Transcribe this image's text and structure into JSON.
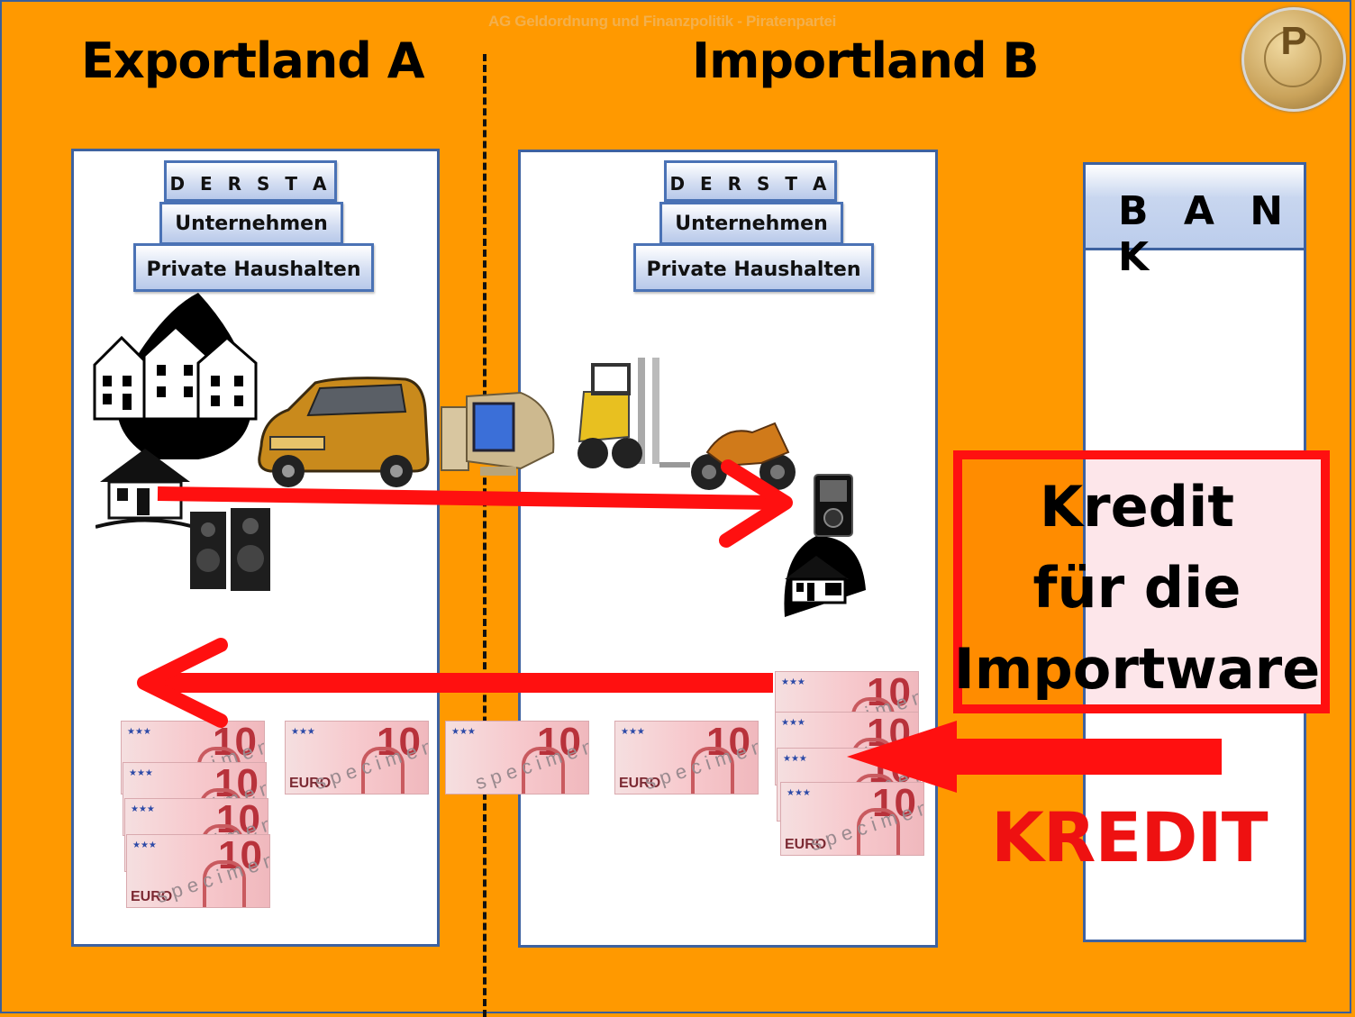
{
  "header_note": "AG Geldordnung und Finanzpolitik - Piratenpartei",
  "logo": {
    "icon": "pirate-party-coin-logo",
    "letter": "P"
  },
  "titles": {
    "exportland": "Exportland A",
    "importland": "Importland B"
  },
  "panels": {
    "exportland": {
      "tiers": [
        "D E R  S T A A T",
        "Unternehmen",
        "Private Haushalten"
      ],
      "goods_icons": [
        "houses-icon",
        "car-icon",
        "house-icon",
        "speakers-icon"
      ],
      "banknotes": {
        "count": 5,
        "denomination": "10",
        "currency": "EURO",
        "watermark": "specimen"
      }
    },
    "importland": {
      "tiers": [
        "D E R  S T A A T",
        "Unternehmen",
        "Private Haushalten"
      ],
      "goods_icons": [
        "computer-icon",
        "forklift-icon",
        "motorcycle-icon",
        "mp3-player-icon",
        "house-icon"
      ],
      "banknotes": {
        "count": 5,
        "denomination": "10",
        "currency": "EURO",
        "watermark": "specimen"
      }
    },
    "bank": {
      "label": "B A N K"
    }
  },
  "banknotes_in_transit": {
    "count": 3,
    "denomination": "10"
  },
  "kredit_box": {
    "lines": [
      "Kredit",
      "für die",
      "Importware"
    ],
    "border_color": "#ff1010"
  },
  "kredit_label": "KREDIT",
  "colors": {
    "background": "#ff9900",
    "arrow": "#ff1010",
    "panel_border": "#3e62a0",
    "kredit_text": "#ee1111"
  },
  "arrows": [
    {
      "name": "goods-flow-arrow",
      "from": "Exportland A",
      "to": "Importland B"
    },
    {
      "name": "money-flow-arrow",
      "from": "Importland B",
      "to": "Exportland A"
    },
    {
      "name": "credit-flow-arrow",
      "from": "Bank",
      "to": "Importland B"
    }
  ]
}
